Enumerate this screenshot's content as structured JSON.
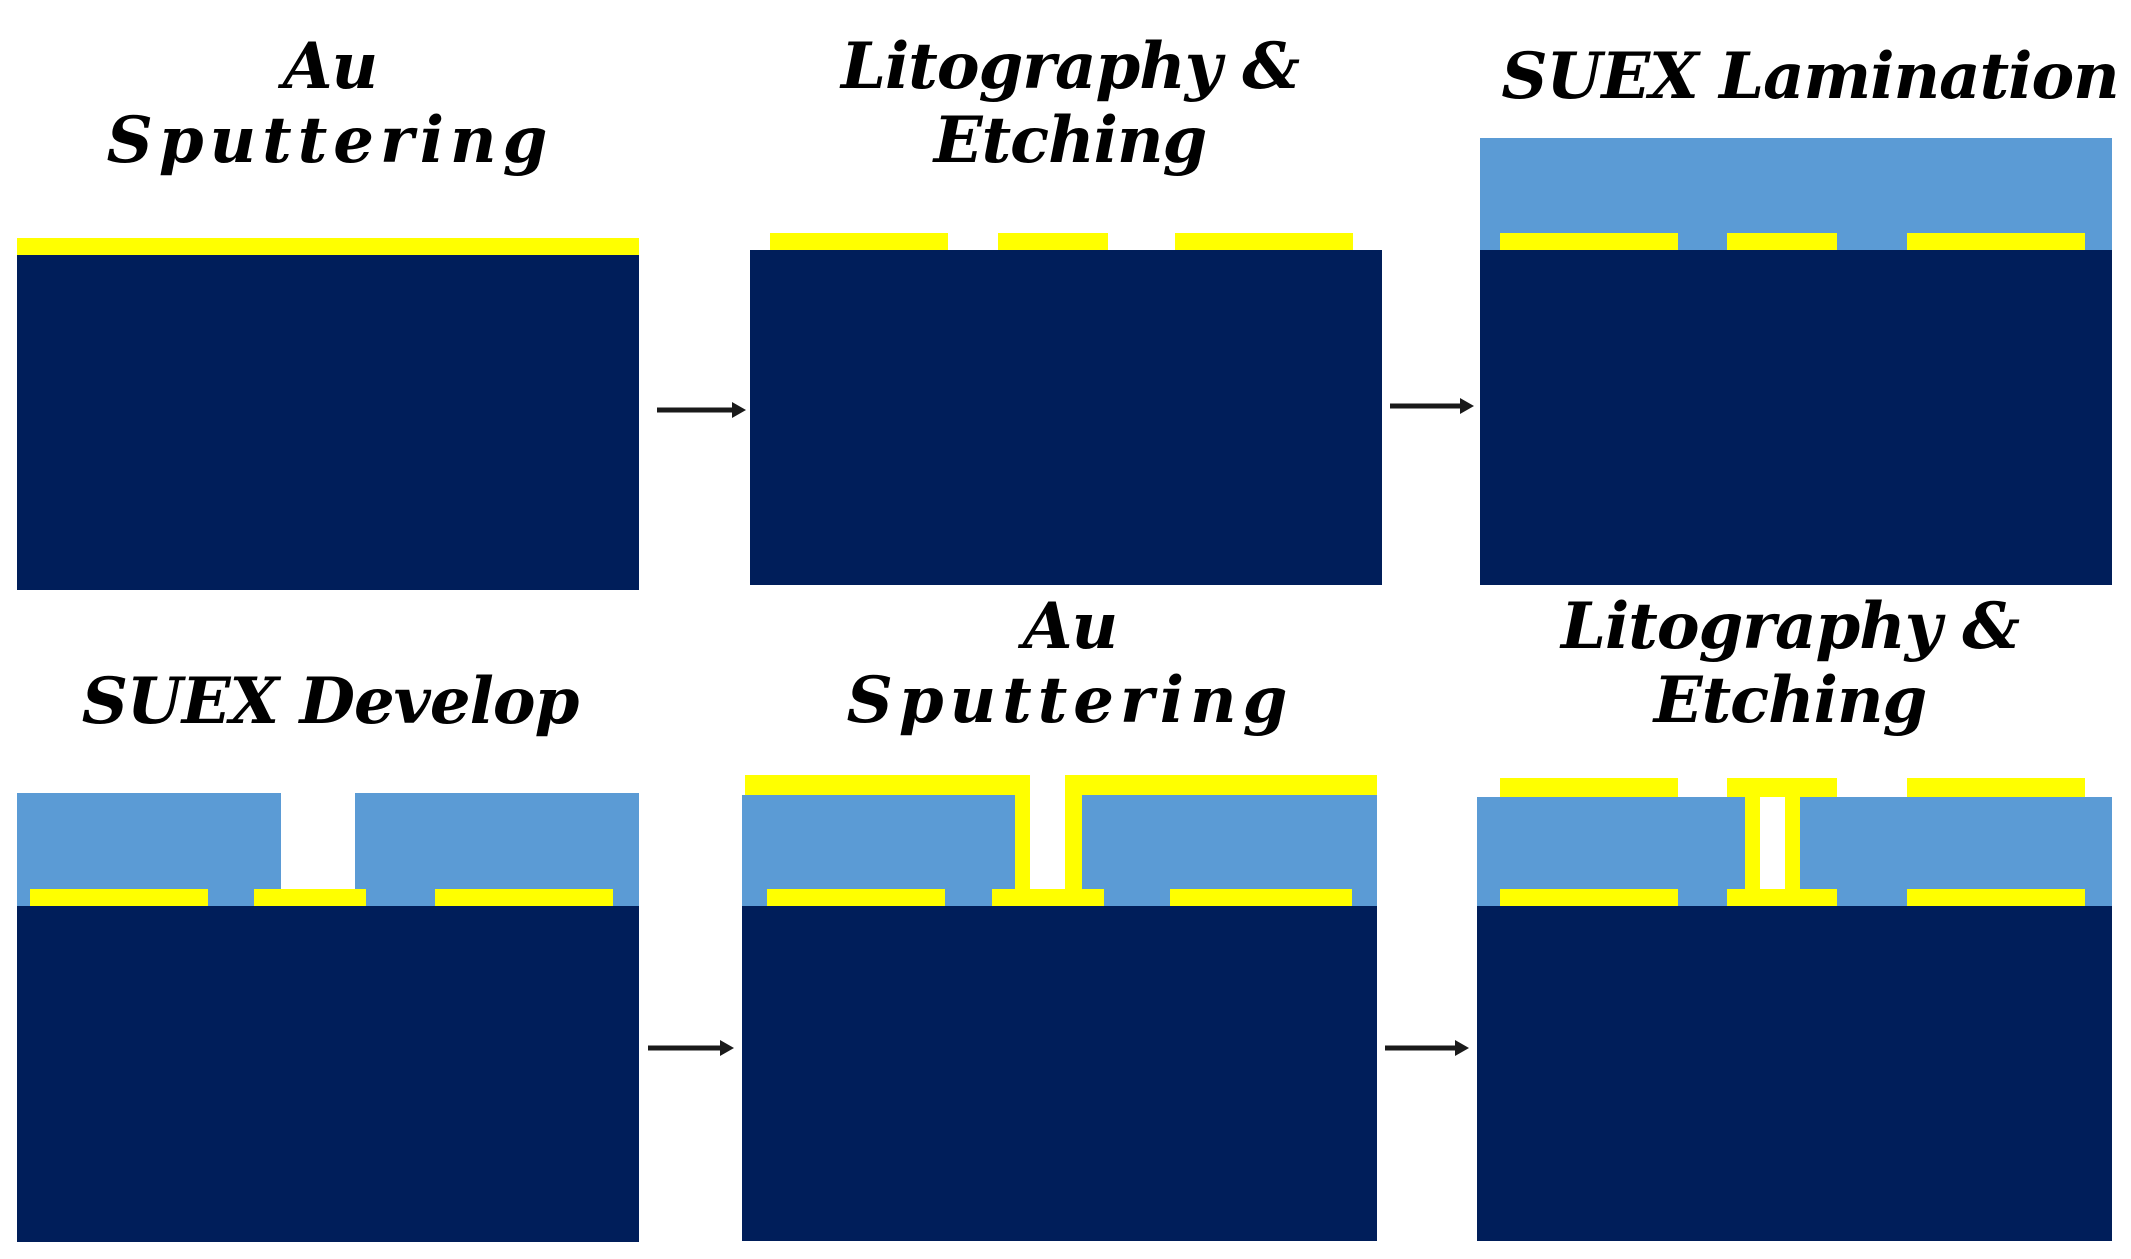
{
  "colors": {
    "substrate": "#001e5a",
    "gold": "#ffff00",
    "suex": "#5b9bd5",
    "arrow": "#1a1a1a",
    "background": "#ffffff"
  },
  "steps": [
    {
      "title_line1": "Au",
      "title_line2": "Sputtering"
    },
    {
      "title_line1": "Litography &",
      "title_line2": "Etching"
    },
    {
      "title_line1": "SUEX Lamination",
      "title_line2": ""
    },
    {
      "title_line1": "SUEX Develop",
      "title_line2": ""
    },
    {
      "title_line1": "Au",
      "title_line2": "Sputtering"
    },
    {
      "title_line1": "Litography &",
      "title_line2": "Etching"
    }
  ],
  "arrows": [
    "arrow-right-icon",
    "arrow-right-icon",
    "arrow-right-icon",
    "arrow-right-icon"
  ]
}
